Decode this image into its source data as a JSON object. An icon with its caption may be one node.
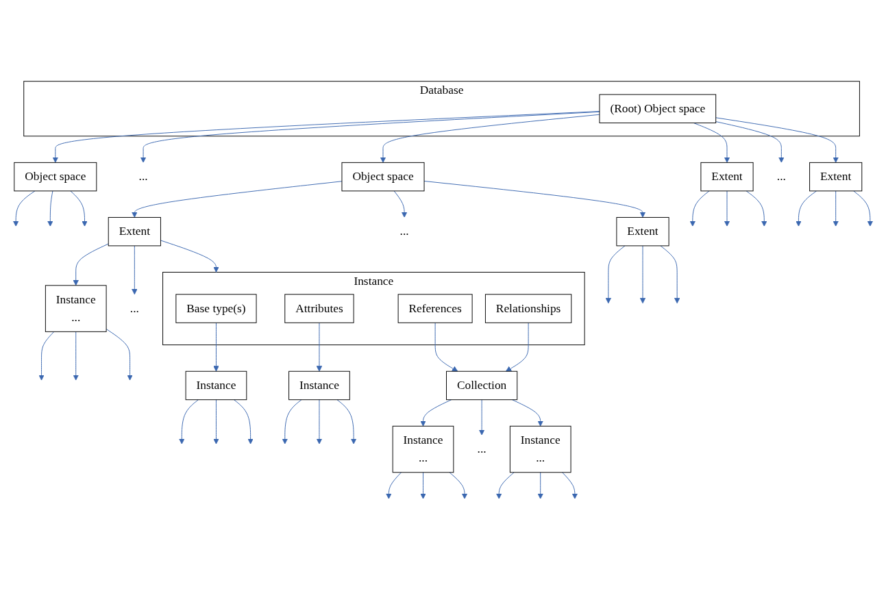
{
  "diagram": {
    "nodes": [
      {
        "text": [
          "Database"
        ]
      },
      {
        "text": [
          "(Root) Object space"
        ],
        "in": 0
      },
      {
        "text": [
          "Object space"
        ]
      },
      {
        "text": [
          "..."
        ]
      },
      {
        "text": [
          "Object space"
        ]
      },
      {
        "text": [
          "Extent"
        ]
      },
      {
        "text": [
          "..."
        ]
      },
      {
        "text": [
          "Extent"
        ]
      },
      {
        "text": [
          "Extent"
        ]
      },
      {
        "text": [
          "..."
        ]
      },
      {
        "text": [
          "Extent"
        ]
      },
      {
        "text": [
          "Instance",
          "..."
        ]
      },
      {
        "text": [
          "..."
        ]
      },
      {
        "text": [
          "Instance"
        ]
      },
      {
        "text": [
          "Base type(s)"
        ],
        "in": 13
      },
      {
        "text": [
          "Attributes"
        ],
        "in": 13
      },
      {
        "text": [
          "References"
        ],
        "in": 13
      },
      {
        "text": [
          "Relationships"
        ],
        "in": 13
      },
      {
        "text": [
          "Instance"
        ]
      },
      {
        "text": [
          "Instance"
        ]
      },
      {
        "text": [
          "Collection"
        ]
      },
      {
        "text": [
          "Instance",
          "..."
        ]
      },
      {
        "text": [
          "..."
        ]
      },
      {
        "text": [
          "Instance",
          "..."
        ]
      }
    ],
    "edges": [
      {
        "from": 1,
        "to": 2,
        "arrow": "to"
      },
      {
        "from": 1,
        "to": 3,
        "arrow": "to"
      },
      {
        "from": 1,
        "to": 4,
        "arrow": "to"
      },
      {
        "from": 1,
        "to": 5,
        "arrow": "to"
      },
      {
        "from": 1,
        "to": 6,
        "arrow": "to"
      },
      {
        "from": 1,
        "to": 7,
        "arrow": "to"
      },
      {
        "from": 2,
        "to": null,
        "arrow": "to"
      },
      {
        "from": 2,
        "to": null,
        "arrow": "to"
      },
      {
        "from": 2,
        "to": null,
        "arrow": "to"
      },
      {
        "from": 4,
        "to": 8,
        "arrow": "to"
      },
      {
        "from": 4,
        "to": 9,
        "arrow": "to"
      },
      {
        "from": 4,
        "to": 10,
        "arrow": "to"
      },
      {
        "from": 5,
        "to": null,
        "arrow": "to"
      },
      {
        "from": 5,
        "to": null,
        "arrow": "to"
      },
      {
        "from": 5,
        "to": null,
        "arrow": "to"
      },
      {
        "from": 7,
        "to": null,
        "arrow": "to"
      },
      {
        "from": 7,
        "to": null,
        "arrow": "to"
      },
      {
        "from": 7,
        "to": null,
        "arrow": "to"
      },
      {
        "from": 8,
        "to": 11,
        "arrow": "to"
      },
      {
        "from": 8,
        "to": 12,
        "arrow": "to"
      },
      {
        "from": 8,
        "to": 13,
        "arrow": "to"
      },
      {
        "from": 10,
        "to": null,
        "arrow": "to"
      },
      {
        "from": 10,
        "to": null,
        "arrow": "to"
      },
      {
        "from": 10,
        "to": null,
        "arrow": "to"
      },
      {
        "from": 11,
        "to": null,
        "arrow": "to"
      },
      {
        "from": 11,
        "to": null,
        "arrow": "to"
      },
      {
        "from": 11,
        "to": null,
        "arrow": "to"
      },
      {
        "from": 14,
        "to": 18,
        "arrow": "to"
      },
      {
        "from": 15,
        "to": 19,
        "arrow": "to"
      },
      {
        "from": 16,
        "to": 20,
        "arrow": "to"
      },
      {
        "from": 17,
        "to": 20,
        "arrow": "to"
      },
      {
        "from": 18,
        "to": null,
        "arrow": "to"
      },
      {
        "from": 18,
        "to": null,
        "arrow": "to"
      },
      {
        "from": 18,
        "to": null,
        "arrow": "to"
      },
      {
        "from": 19,
        "to": null,
        "arrow": "to"
      },
      {
        "from": 19,
        "to": null,
        "arrow": "to"
      },
      {
        "from": 19,
        "to": null,
        "arrow": "to"
      },
      {
        "from": 20,
        "to": 21,
        "arrow": "to"
      },
      {
        "from": 20,
        "to": 22,
        "arrow": "to"
      },
      {
        "from": 20,
        "to": 23,
        "arrow": "to"
      },
      {
        "from": 21,
        "to": null,
        "arrow": "to"
      },
      {
        "from": 21,
        "to": null,
        "arrow": "to"
      },
      {
        "from": 21,
        "to": null,
        "arrow": "to"
      },
      {
        "from": 23,
        "to": null,
        "arrow": "to"
      },
      {
        "from": 23,
        "to": null,
        "arrow": "to"
      },
      {
        "from": 23,
        "to": null,
        "arrow": "to"
      }
    ]
  }
}
